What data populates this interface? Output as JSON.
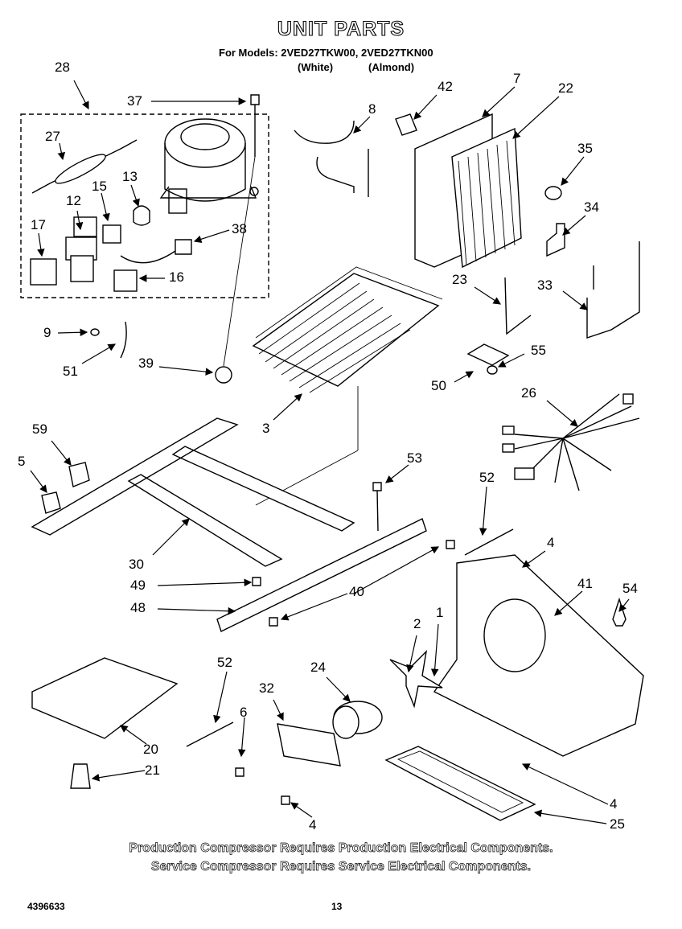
{
  "header": {
    "title": "UNIT PARTS",
    "models": "For Models: 2VED27TKW00, 2VED27TKN00",
    "variant_white": "(White)",
    "variant_almond": "(Almond)"
  },
  "callouts": [
    {
      "id": "c28",
      "text": "28"
    },
    {
      "id": "c37",
      "text": "37"
    },
    {
      "id": "c27",
      "text": "27"
    },
    {
      "id": "c13",
      "text": "13"
    },
    {
      "id": "c12",
      "text": "12"
    },
    {
      "id": "c15",
      "text": "15"
    },
    {
      "id": "c17",
      "text": "17"
    },
    {
      "id": "c38",
      "text": "38"
    },
    {
      "id": "c16",
      "text": "16"
    },
    {
      "id": "c8",
      "text": "8"
    },
    {
      "id": "c42",
      "text": "42"
    },
    {
      "id": "c7",
      "text": "7"
    },
    {
      "id": "c22",
      "text": "22"
    },
    {
      "id": "c35",
      "text": "35"
    },
    {
      "id": "c34",
      "text": "34"
    },
    {
      "id": "c23",
      "text": "23"
    },
    {
      "id": "c33",
      "text": "33"
    },
    {
      "id": "c9",
      "text": "9"
    },
    {
      "id": "c51",
      "text": "51"
    },
    {
      "id": "c39",
      "text": "39"
    },
    {
      "id": "c3",
      "text": "3"
    },
    {
      "id": "c55",
      "text": "55"
    },
    {
      "id": "c50",
      "text": "50"
    },
    {
      "id": "c26",
      "text": "26"
    },
    {
      "id": "c59",
      "text": "59"
    },
    {
      "id": "c5",
      "text": "5"
    },
    {
      "id": "c53",
      "text": "53"
    },
    {
      "id": "c52a",
      "text": "52"
    },
    {
      "id": "c4a",
      "text": "4"
    },
    {
      "id": "c41",
      "text": "41"
    },
    {
      "id": "c54",
      "text": "54"
    },
    {
      "id": "c30",
      "text": "30"
    },
    {
      "id": "c49",
      "text": "49"
    },
    {
      "id": "c40",
      "text": "40"
    },
    {
      "id": "c48",
      "text": "48"
    },
    {
      "id": "c2",
      "text": "2"
    },
    {
      "id": "c1",
      "text": "1"
    },
    {
      "id": "c52b",
      "text": "52"
    },
    {
      "id": "c32",
      "text": "32"
    },
    {
      "id": "c24",
      "text": "24"
    },
    {
      "id": "c6",
      "text": "6"
    },
    {
      "id": "c20",
      "text": "20"
    },
    {
      "id": "c21",
      "text": "21"
    },
    {
      "id": "c4b",
      "text": "4"
    },
    {
      "id": "c4c",
      "text": "4"
    },
    {
      "id": "c25",
      "text": "25"
    }
  ],
  "notes": {
    "line1": "Production Compressor Requires Production Electrical Components.",
    "line2": "Service Compressor Requires Service Electrical Components."
  },
  "footer": {
    "doc_number": "4396633",
    "page_number": "13"
  }
}
